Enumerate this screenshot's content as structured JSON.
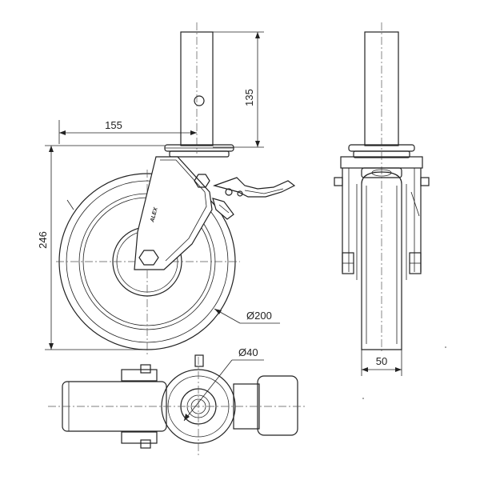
{
  "dimensions": {
    "stem_height": "135",
    "offset": "155",
    "overall_height": "246",
    "wheel_diameter": "Ø200",
    "wheel_width": "50",
    "stem_diameter": "Ø40"
  },
  "brand_mark": "ALEX"
}
